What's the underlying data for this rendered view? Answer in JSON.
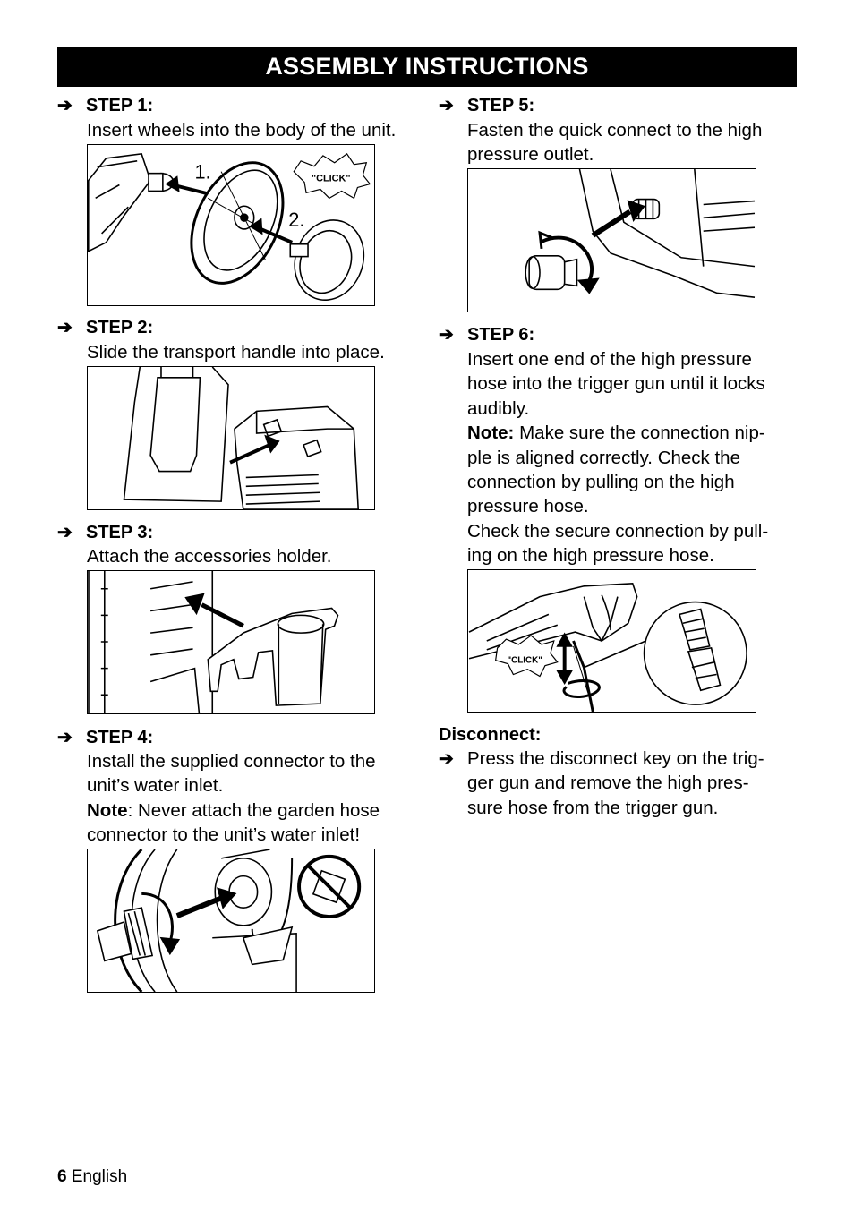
{
  "header": {
    "title": "ASSEMBLY INSTRUCTIONS"
  },
  "arrow_icon": "➔",
  "steps": [
    {
      "label": "STEP 1:",
      "lines": [
        "Insert wheels into the body of the unit."
      ],
      "figure": {
        "callouts": [
          "1.",
          "2."
        ],
        "click_text": "\"CLICK\""
      }
    },
    {
      "label": "STEP 2:",
      "lines": [
        "Slide the transport handle into place."
      ]
    },
    {
      "label": "STEP 3:",
      "lines": [
        "Attach the accessories holder."
      ]
    },
    {
      "label": "STEP 4:",
      "lines": [
        "Install the supplied connector to the",
        "unit’s water inlet."
      ],
      "note_label": "Note",
      "note_lines": [
        ": Never attach the garden hose",
        "connector to the unit’s water inlet!"
      ]
    },
    {
      "label": "STEP 5:",
      "lines": [
        "Fasten the quick connect to the high",
        "pressure outlet."
      ]
    },
    {
      "label": "STEP 6:",
      "lines": [
        "Insert one end of the high pressure",
        "hose into the trigger gun until it locks",
        "audibly."
      ],
      "note_label": "Note:",
      "note_lines": [
        " Make sure the connection nip-",
        "ple is aligned correctly. Check the",
        "connection by pulling on the high",
        "pressure hose.",
        "Check the secure connection by pull-",
        "ing on the high pressure hose."
      ],
      "figure": {
        "click_text": "\"CLICK\""
      }
    }
  ],
  "disconnect": {
    "heading": "Disconnect:",
    "lines": [
      "Press the disconnect key on the trig-",
      "ger gun and remove the high pres-",
      "sure hose from the trigger gun."
    ]
  },
  "footer": {
    "page_number": "6",
    "language": "English"
  }
}
